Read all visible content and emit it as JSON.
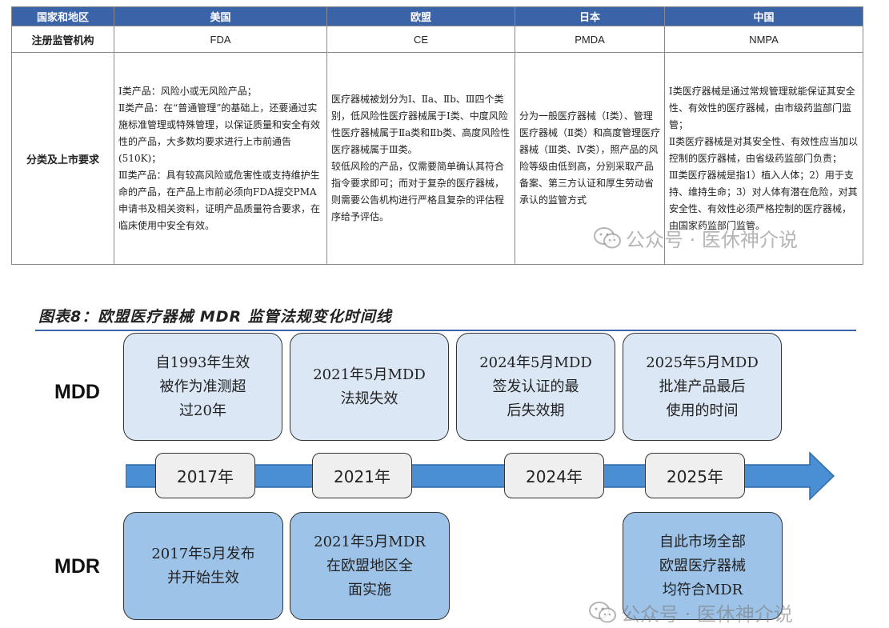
{
  "table": {
    "headers": [
      "国家和地区",
      "美国",
      "欧盟",
      "日本",
      "中国"
    ],
    "agency_row": {
      "label": "注册监管机构",
      "values": [
        "FDA",
        "CE",
        "PMDA",
        "NMPA"
      ]
    },
    "requirement_row": {
      "label": "分类及上市要求",
      "us": "Ⅰ类产品：风险小或无风险产品；\nⅡ类产品：在“普通管理”的基础上，还要通过实施标准管理或特殊管理，以保证质量和安全有效性的产品，大多数均要求进行上市前通告(510K)；\nⅢ类产品：具有较高风险或危害性或支持维护生命的产品，在产品上市前必须向FDA提交PMA申请书及相关资料，证明产品质量符合要求，在临床使用中安全有效。",
      "eu": "医疗器械被划分为Ⅰ、Ⅱa、Ⅱb、Ⅲ四个类别，低风险性医疗器械属于Ⅰ类、中度风险性医疗器械属于Ⅱa类和Ⅱb类、高度风险性医疗器械属于Ⅲ类。\n较低风险的产品，仅需要简单确认其符合指令要求即可；而对于复杂的医疗器械，则需要公告机构进行严格且复杂的评估程序给予评估。",
      "jp": "分为一般医疗器械（Ⅰ类）、管理医疗器械（Ⅱ类）和高度管理医疗器械（Ⅲ类、Ⅳ类），照产品的风险等级由低到高，分别采取产品备案、第三方认证和厚生劳动省承认的监管方式",
      "cn": "Ⅰ类医疗器械是通过常规管理就能保证其安全性、有效性的医疗器械，由市级药监部门监管；\nⅡ类医疗器械是对其安全性、有效性应当加以控制的医疗器械，由省级药监部门负责；\nⅢ类医疗器械是指1）植入人体；2）用于支持、维持生命；3）对人体有潜在危险，对其安全性、有效性必须严格控制的医疗器械，由国家药监部门监管。"
    }
  },
  "figure": {
    "title": "图表8：欧盟医疗器械 MDR 监管法规变化时间线",
    "mdd_label": "MDD",
    "mdr_label": "MDR",
    "mdd_boxes": [
      "自1993年生效\n被作为准测超\n过20年",
      "2021年5月MDD\n法规失效",
      "2024年5月MDD\n签发认证的最\n后失效期",
      "2025年5月MDD\n批准产品最后\n使用的时间"
    ],
    "years": [
      "2017年",
      "2021年",
      "2024年",
      "2025年"
    ],
    "mdr_boxes": [
      "2017年5月发布\n并开始生效",
      "2021年5月MDR\n在欧盟地区全\n面实施",
      "自此市场全部\n欧盟医疗器械\n均符合MDR"
    ],
    "colors": {
      "mdd_fill": "#dbe7f4",
      "mdr_fill": "#9ec3e8",
      "arrow": "#4a8fd4",
      "header": "#3b63a8"
    }
  },
  "watermark": "公众号 · 医休神介说"
}
